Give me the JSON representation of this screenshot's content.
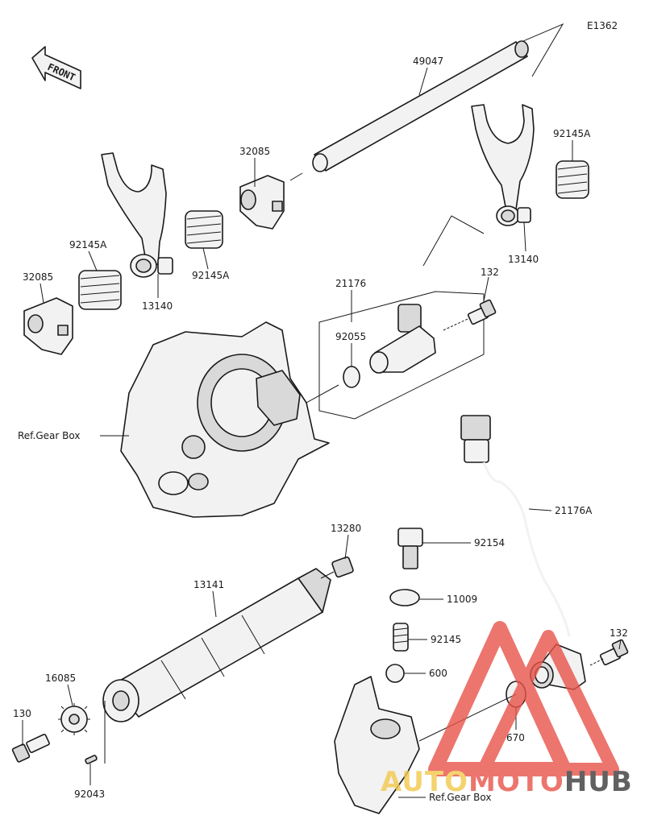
{
  "diagram_code": "E1362",
  "front_arrow_label": "FRONT",
  "watermark": {
    "part1": "AUTO",
    "part2": "MOTO",
    "part3": "HUB",
    "color_light": "#f2c94c",
    "color_red": "#e8534a",
    "color_dark": "#3a3a3a"
  },
  "labels": {
    "p49047": "49047",
    "p32085_top": "32085",
    "p32085_left": "32085",
    "p92145A_right": "92145A",
    "p92145A_left": "92145A",
    "p92145A_mid": "92145A",
    "p13140_left": "13140",
    "p13140_right": "13140",
    "p21176": "21176",
    "p92055": "92055",
    "p132_top": "132",
    "p132_right": "132",
    "ref_gear_box_1": "Ref.Gear Box",
    "ref_gear_box_2": "Ref.Gear Box",
    "p21176A": "21176A",
    "p13280": "13280",
    "p92154": "92154",
    "p13141": "13141",
    "p11009": "11009",
    "p92145": "92145",
    "p600": "600",
    "p670": "670",
    "p16085": "16085",
    "p130": "130",
    "p92043": "92043"
  }
}
